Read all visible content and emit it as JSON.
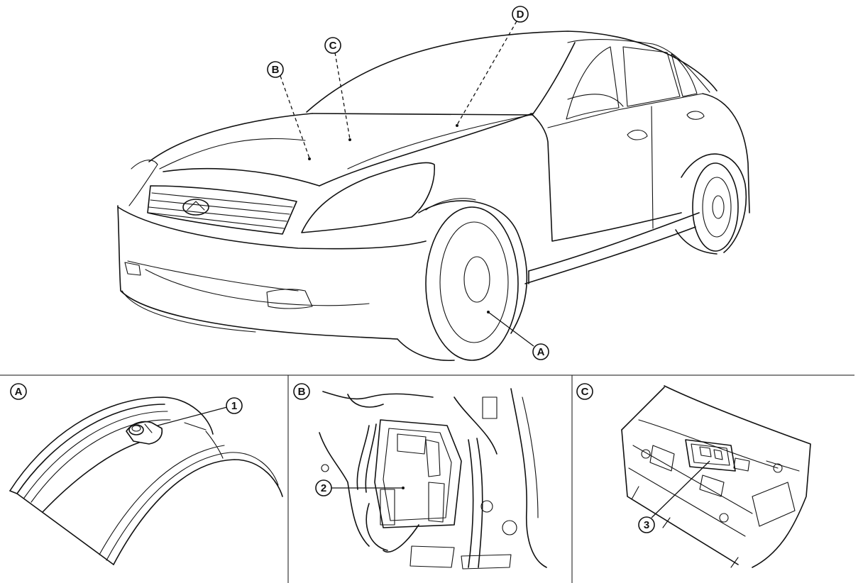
{
  "callouts": {
    "A": "A",
    "B": "B",
    "C": "C",
    "D": "D",
    "one": "1",
    "two": "2",
    "three": "3"
  },
  "panels": {
    "a_label": "A",
    "b_label": "B",
    "c_label": "C"
  },
  "icons": [
    "infiniti-emblem-icon"
  ]
}
